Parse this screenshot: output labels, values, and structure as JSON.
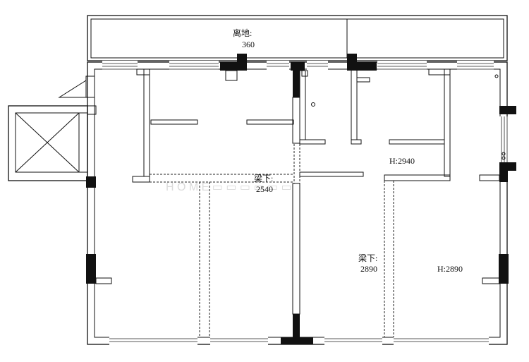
{
  "labels": {
    "ground_height_title": "离地:",
    "ground_height_value": "360",
    "beam_under_1_title": "梁下:",
    "beam_under_1_value": "2540",
    "beam_under_2_title": "梁下:",
    "beam_under_2_value": "2890",
    "height_1": "H:2940",
    "height_2": "H:2890"
  },
  "colors": {
    "wall": "#111111",
    "beam": "#222222",
    "watermark": "#d8d8d8"
  }
}
